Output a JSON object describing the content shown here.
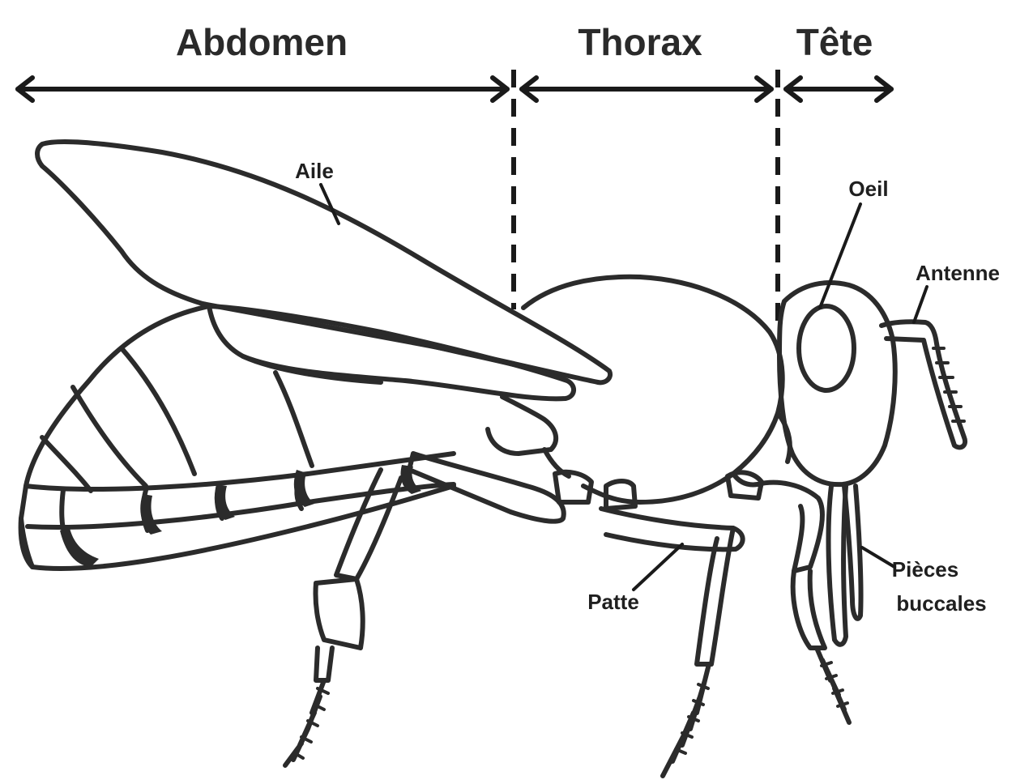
{
  "sections": {
    "abdomen": "Abdomen",
    "thorax": "Thorax",
    "tete": "Tête"
  },
  "parts": {
    "aile": "Aile",
    "oeil": "Oeil",
    "antenne": "Antenne",
    "patte": "Patte",
    "pieces_line1": "Pièces",
    "pieces_line2": "buccales"
  }
}
